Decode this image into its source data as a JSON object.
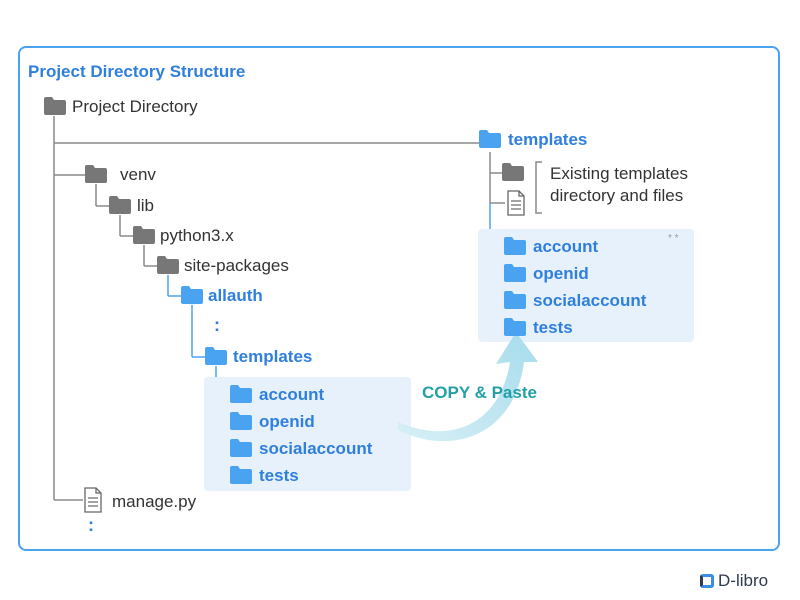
{
  "title": "Project Directory Structure",
  "tree": {
    "root": "Project Directory",
    "venv": "venv",
    "lib": "lib",
    "python": "python3.x",
    "site_packages": "site-packages",
    "allauth": "allauth",
    "ellipsis": ":",
    "templates": "templates",
    "sub_folders": [
      "account",
      "openid",
      "socialaccount",
      "tests"
    ],
    "manage": "manage.py",
    "bottom_ellipsis": ":"
  },
  "target": {
    "templates": "templates",
    "note_line1": "Existing templates",
    "note_line2": "directory and files",
    "stars": "* *",
    "sub_folders": [
      "account",
      "openid",
      "socialaccount",
      "tests"
    ]
  },
  "copy_label": "COPY & Paste",
  "logo_text": "D-libro",
  "icons": {
    "folder_gray": "folder-icon",
    "folder_blue": "folder-icon",
    "file": "file-icon"
  },
  "colors": {
    "accent": "#2f7fdc",
    "folder_gray": "#777777",
    "folder_blue": "#4aa3f0",
    "panel": "#e6f1fc",
    "copy": "#22a0a6"
  }
}
